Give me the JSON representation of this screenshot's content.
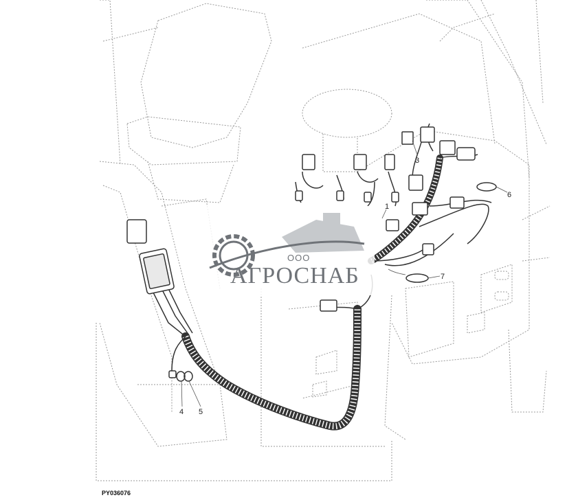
{
  "figure": {
    "id": "PY036076"
  },
  "callouts": [
    "1",
    "3",
    "4",
    "5",
    "6",
    "7"
  ],
  "watermark": {
    "prefix": "ООО",
    "name": "АГРОСНАБ"
  },
  "colors": {
    "line": "#555555",
    "harness": "#333333",
    "watermark": "#6f7378"
  }
}
